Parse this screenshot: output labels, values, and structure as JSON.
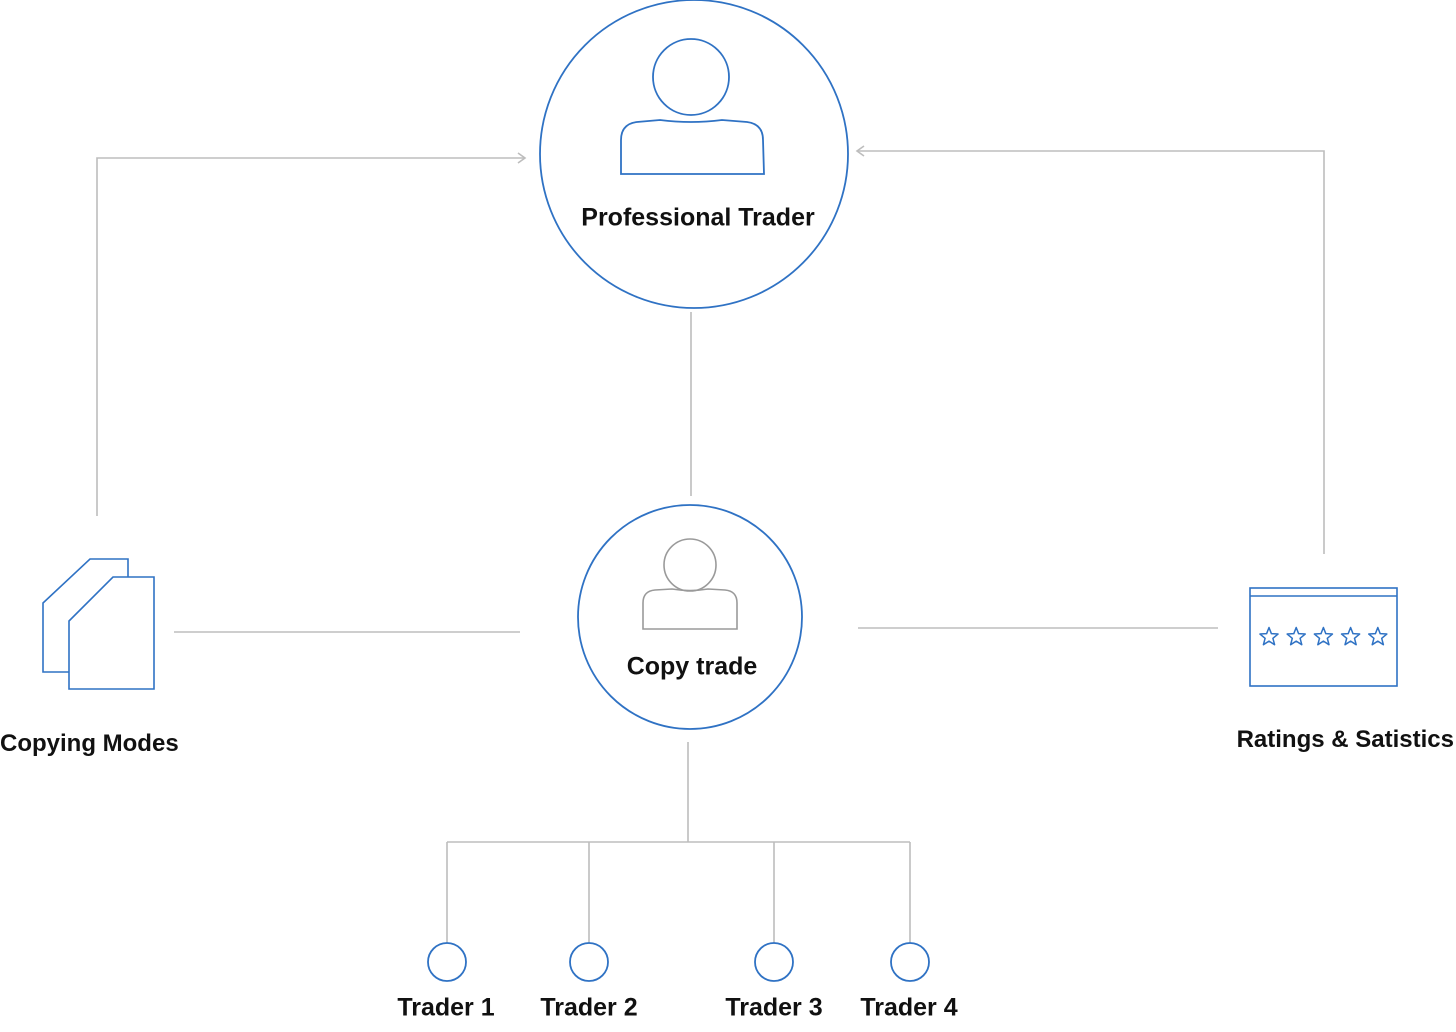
{
  "colors": {
    "accent": "#2f72c4",
    "connector": "#bdbdbd",
    "icon_secondary": "#9a9a9a",
    "text": "#111111",
    "background": "#ffffff"
  },
  "nodes": {
    "professional_trader": {
      "label": "Professional Trader",
      "icon": "user-icon"
    },
    "copy_trade": {
      "label": "Copy trade",
      "icon": "user-icon"
    },
    "copying_modes": {
      "label": "Copying Modes",
      "icon": "documents-icon"
    },
    "ratings": {
      "label": "Ratings & Satistics",
      "icon": "rating-window-icon"
    }
  },
  "traders": [
    {
      "label": "Trader 1"
    },
    {
      "label": "Trader 2"
    },
    {
      "label": "Trader 3"
    },
    {
      "label": "Trader 4"
    }
  ],
  "rating_stars": 5
}
